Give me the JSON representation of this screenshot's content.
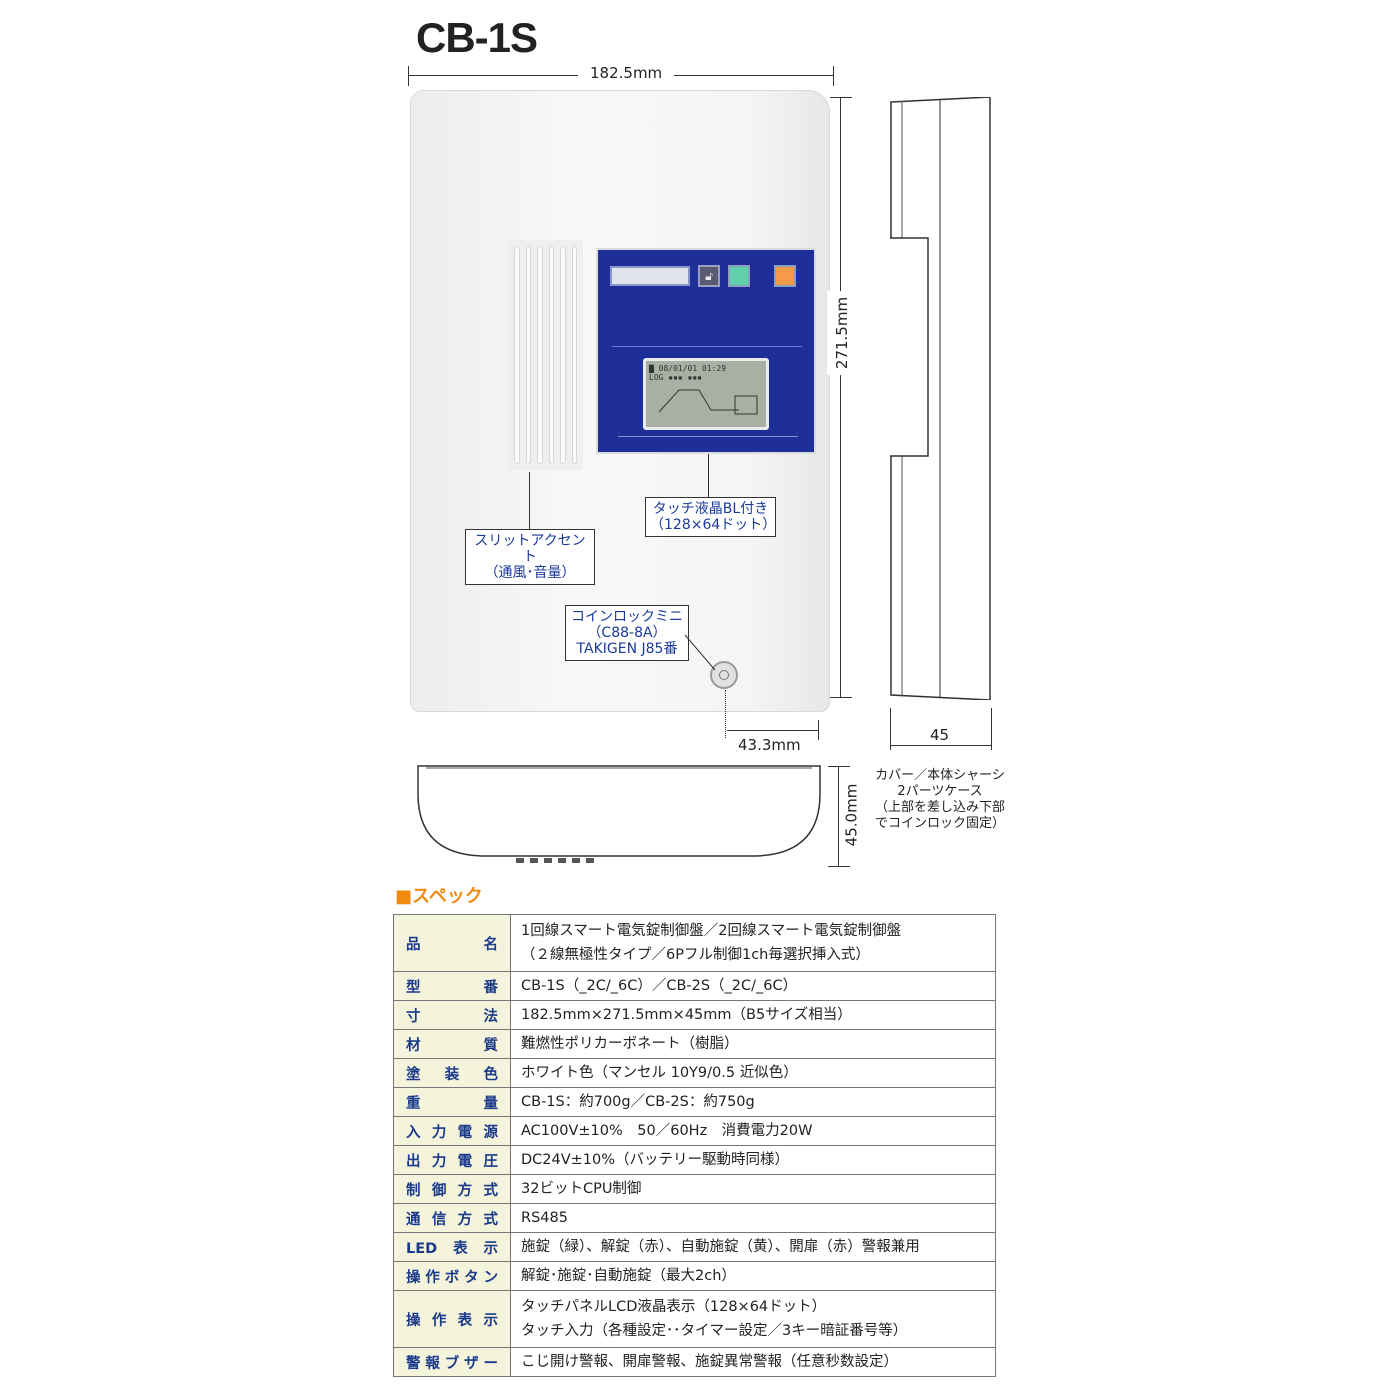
{
  "title": "CB-1S",
  "dimensions": {
    "width": "182.5mm",
    "height": "271.5mm",
    "depth_side": "45",
    "depth_bottom": "45.0mm",
    "lock_offset": "43.3mm"
  },
  "callouts": {
    "slit": [
      "スリットアクセント",
      "（通風･音量）"
    ],
    "lcd": [
      "タッチ液晶BL付き",
      "（128×64ドット）"
    ],
    "lock": [
      "コインロックミニ",
      "（C88-8A）",
      "TAKIGEN J85番"
    ]
  },
  "side_note": [
    "カバー／本体シャーシ",
    "2パーツケース",
    "（上部を差し込み下部",
    "でコインロック固定）"
  ],
  "spec_heading": "■スペック",
  "specs": [
    {
      "label": "品名",
      "lines": [
        "1回線スマート電気錠制御盤／2回線スマート電気錠制御盤",
        "（２線無極性タイプ／6Pフル制御1ch毎選択挿入式）"
      ]
    },
    {
      "label": "型番",
      "lines": [
        "CB-1S（_2C/_6C）／CB-2S（_2C/_6C）"
      ]
    },
    {
      "label": "寸法",
      "lines": [
        "182.5mm×271.5mm×45mm（B5サイズ相当）"
      ]
    },
    {
      "label": "材質",
      "lines": [
        "難燃性ポリカーボネート（樹脂）"
      ]
    },
    {
      "label": "塗装色",
      "lines": [
        "ホワイト色（マンセル 10Y9/0.5 近似色）"
      ]
    },
    {
      "label": "重量",
      "lines": [
        "CB-1S：約700g／CB-2S：約750g"
      ]
    },
    {
      "label": "入力電源",
      "lines": [
        "AC100V±10%　50／60Hz　消費電力20W"
      ]
    },
    {
      "label": "出力電圧",
      "lines": [
        "DC24V±10%（バッテリー駆動時同様）"
      ]
    },
    {
      "label": "制御方式",
      "lines": [
        "32ビットCPU制御"
      ]
    },
    {
      "label": "通信方式",
      "lines": [
        "RS485"
      ]
    },
    {
      "label": "LED表示",
      "lines": [
        "施錠（緑）、解錠（赤）、自動施錠（黄）、開扉（赤）警報兼用"
      ]
    },
    {
      "label": "操作ボタン",
      "lines": [
        "解錠･施錠･自動施錠（最大2ch）"
      ]
    },
    {
      "label": "操作表示",
      "lines": [
        "タッチパネルLCD液晶表示（128×64ドット）",
        "タッチ入力（各種設定･･タイマー設定／3キー暗証番号等）"
      ]
    },
    {
      "label": "警報ブザー",
      "lines": [
        "こじ開け警報、開扉警報、施錠異常警報（任意秒数設定）"
      ]
    }
  ]
}
